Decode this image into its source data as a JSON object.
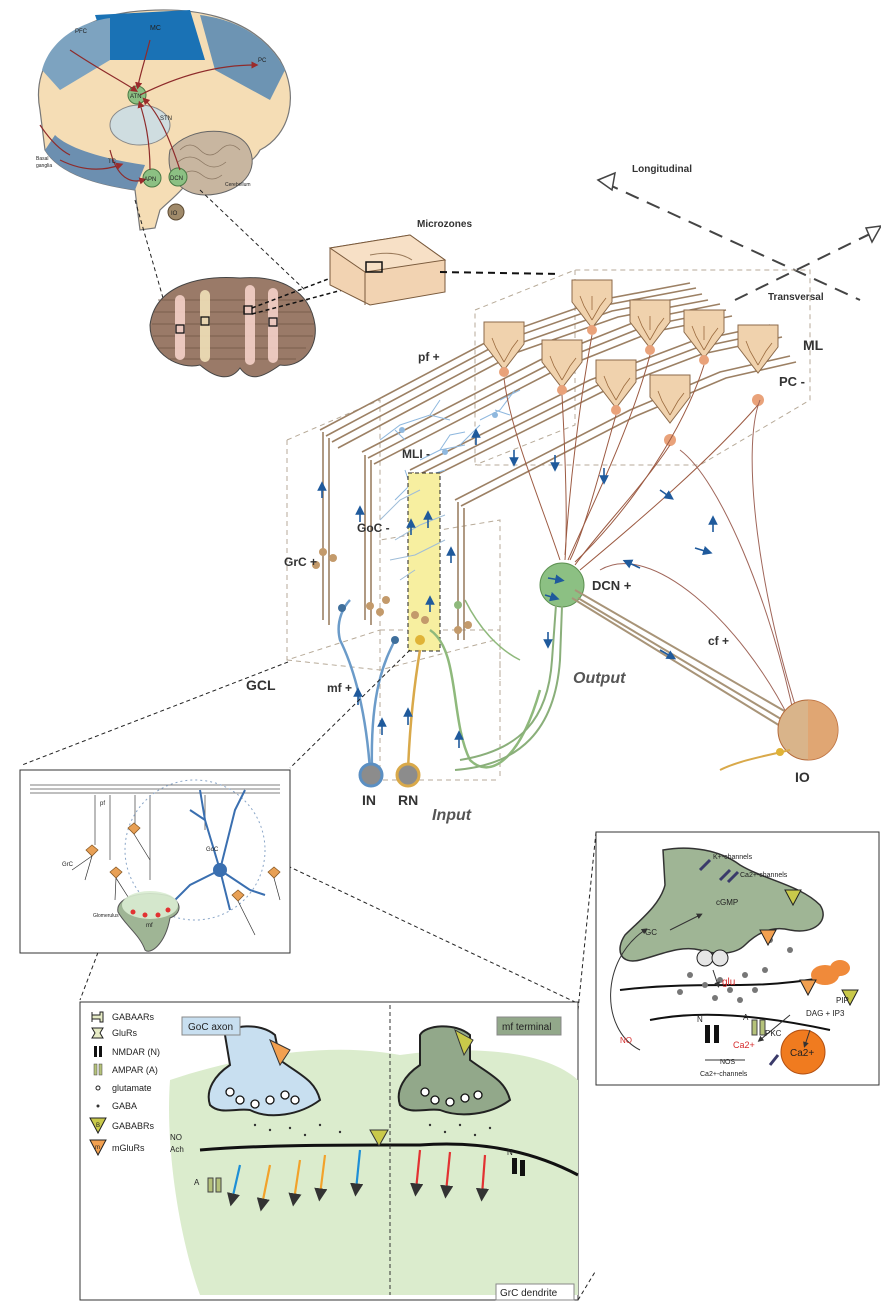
{
  "brain": {
    "labels": {
      "pfc": "PFC",
      "mc": "MC",
      "pc": "PC",
      "atn": "ATN",
      "stn": "STN",
      "basal": "Basal",
      "ganglia": "ganglia",
      "tc": "TC",
      "apn": "APN",
      "dcn": "DCN",
      "cerebellum": "Cerebellum",
      "io": "IO"
    }
  },
  "circuit": {
    "microzones": "Microzones",
    "longitudinal": "Longitudinal",
    "transversal": "Transversal",
    "ml": "ML",
    "pc": "PC -",
    "pf": "pf +",
    "mli": "MLI -",
    "goc": "GoC -",
    "grc": "GrC +",
    "gcl": "GCL",
    "mf": "mf +",
    "dcn": "DCN +",
    "output": "Output",
    "cf": "cf +",
    "io": "IO",
    "in": "IN",
    "rn": "RN",
    "input": "Input"
  },
  "glomerulus_inset": {
    "pf": "pf",
    "grc": "GrC",
    "goc": "GoC",
    "mf": "mf",
    "glomerulus": "Glomerulus"
  },
  "synapse_inset": {
    "legend": [
      {
        "icon": "gabaa-receptor-icon",
        "label": "GABAARs"
      },
      {
        "icon": "glu-receptor-icon",
        "label": "GluRs"
      },
      {
        "icon": "nmdar-icon",
        "label": "NMDAR (N)"
      },
      {
        "icon": "ampar-icon",
        "label": "AMPAR (A)"
      },
      {
        "icon": "glutamate-icon",
        "label": "glutamate"
      },
      {
        "icon": "gaba-icon",
        "label": "GABA"
      },
      {
        "icon": "gabab-receptor-icon",
        "label": "GABABRs"
      },
      {
        "icon": "mglu-receptor-icon",
        "label": "mGluRs"
      }
    ],
    "goc_axon": "GoC axon",
    "mf_terminal": "mf terminal",
    "grc_dendrite": "GrC dendrite",
    "no": "NO",
    "ach": "Ach",
    "a": "A",
    "n": "N",
    "p": "p",
    "b": "B",
    "m": "m"
  },
  "signaling_inset": {
    "k_channels": "K+-channels",
    "ca_channels_top": "Ca2+-channels",
    "cgmp": "cGMP",
    "gc": "GC",
    "glu": "glu",
    "pip": "PIP",
    "dag_ip3": "DAG + IP3",
    "pkc": "PKC",
    "ca2": "Ca2+",
    "nos": "NOS",
    "no": "NO",
    "ca_channels_bottom": "Ca2+-channels",
    "ca2_big": "Ca2+",
    "a": "A",
    "n": "N",
    "b": "B",
    "m": "m"
  }
}
